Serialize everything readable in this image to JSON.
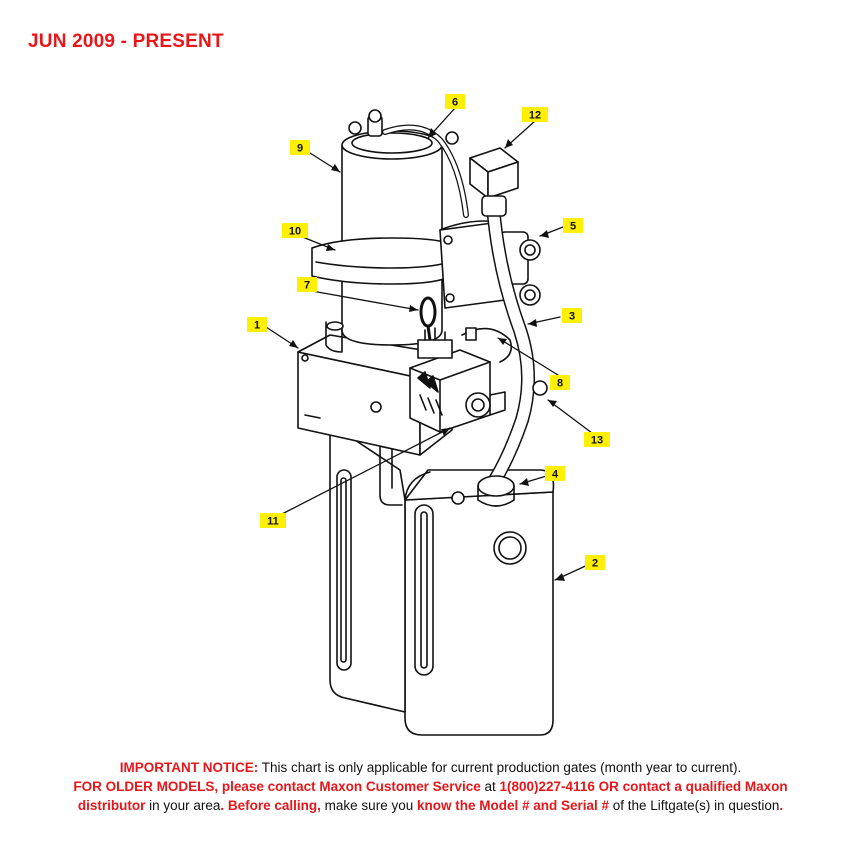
{
  "header": {
    "date_range": "JUN 2009 - PRESENT"
  },
  "callouts": [
    {
      "id": "1",
      "label": "1"
    },
    {
      "id": "2",
      "label": "2"
    },
    {
      "id": "3",
      "label": "3"
    },
    {
      "id": "4",
      "label": "4"
    },
    {
      "id": "5",
      "label": "5"
    },
    {
      "id": "6",
      "label": "6"
    },
    {
      "id": "7",
      "label": "7"
    },
    {
      "id": "8",
      "label": "8"
    },
    {
      "id": "9",
      "label": "9"
    },
    {
      "id": "10",
      "label": "10"
    },
    {
      "id": "11",
      "label": "11"
    },
    {
      "id": "12",
      "label": "12"
    },
    {
      "id": "13",
      "label": "13"
    }
  ],
  "notice": {
    "line1_bold": "IMPORTANT NOTICE:",
    "line1_text": " This chart is only applicable for current production gates (month year to current).",
    "line2_bold1": "FOR OLDER MODELS, please contact Maxon Customer Service",
    "line2_text1": " at ",
    "line2_bold2": "1(800)227-4116 OR contact a qualified Maxon",
    "line3_bold1": "distributor",
    "line3_text1": " in your area",
    "line3_bold2": ". Before calling,",
    "line3_text2": " make sure you ",
    "line3_bold3": "know the Model # and Serial #",
    "line3_text3": " of the Liftgate(s) in question",
    "line3_bold4": "."
  },
  "colors": {
    "header_red": "#e8161a",
    "callout_yellow": "#ffef00",
    "line": "#111111"
  }
}
